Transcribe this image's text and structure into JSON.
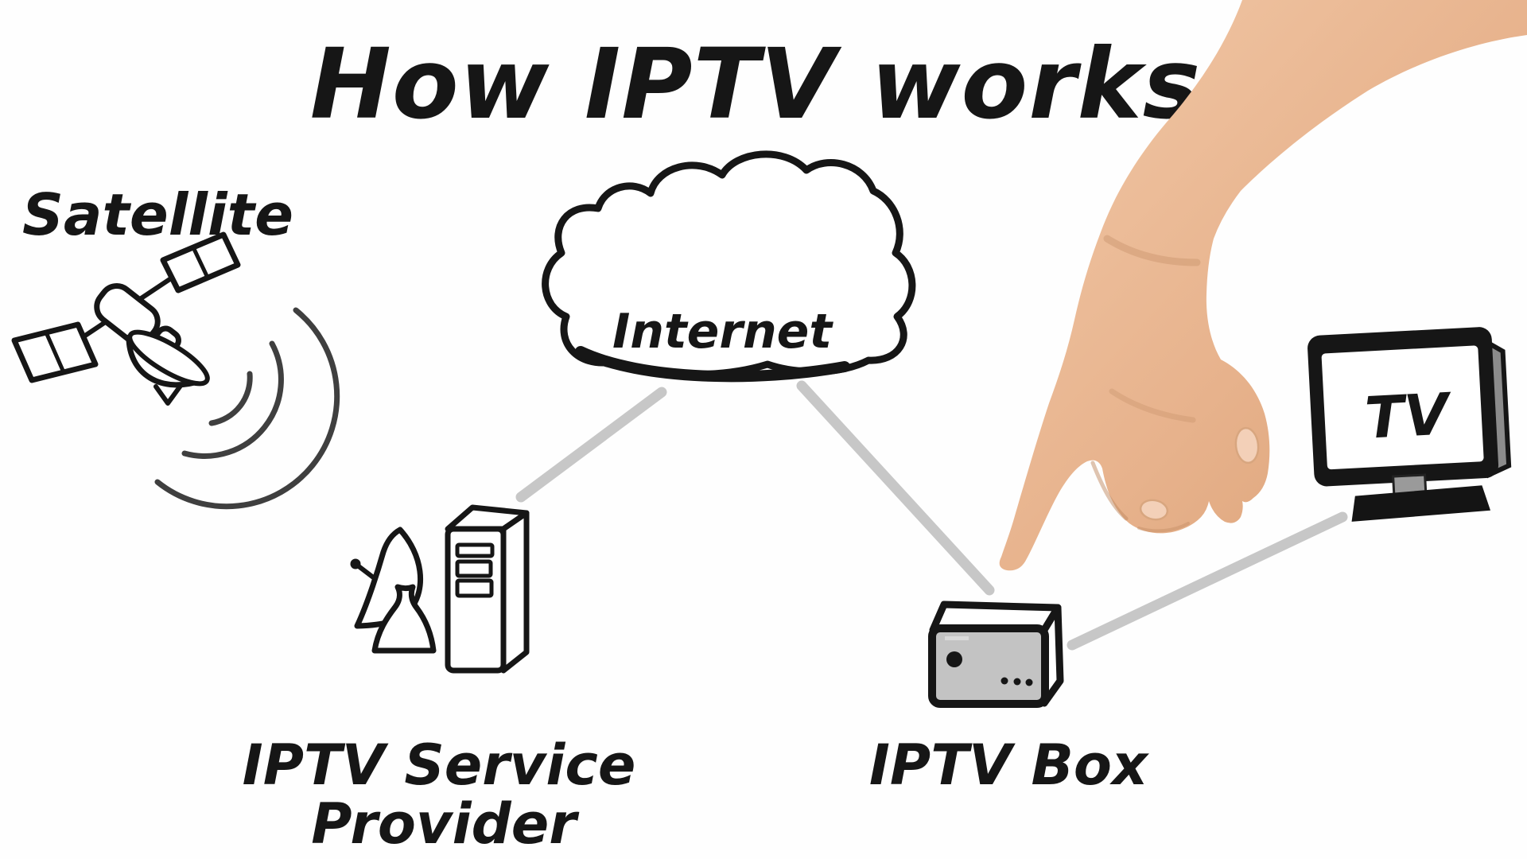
{
  "title": "How IPTV works",
  "diagram": {
    "satellite": {
      "label": "Satellite"
    },
    "internet": {
      "label": "Internet"
    },
    "provider": {
      "label_line1": "IPTV Service",
      "label_line2": "Provider"
    },
    "box": {
      "label": "IPTV Box"
    },
    "tv": {
      "screen_label": "TV"
    },
    "connections": [
      {
        "from": "internet",
        "to": "iptv-service-provider"
      },
      {
        "from": "internet",
        "to": "iptv-box"
      },
      {
        "from": "iptv-box",
        "to": "tv"
      }
    ]
  },
  "colors": {
    "background": "#ffffff",
    "ink": "#161616",
    "connector": "#c7c7c7",
    "signal_wave": "#3f3f3f",
    "box_front": "#c3c3c3",
    "tv_depth": "#8c8c8c",
    "tv_stand": "#9a9a9a",
    "skin": "#ecbd9a",
    "skin_shadow": "#cf9a72",
    "nail": "#f3d0b8"
  }
}
